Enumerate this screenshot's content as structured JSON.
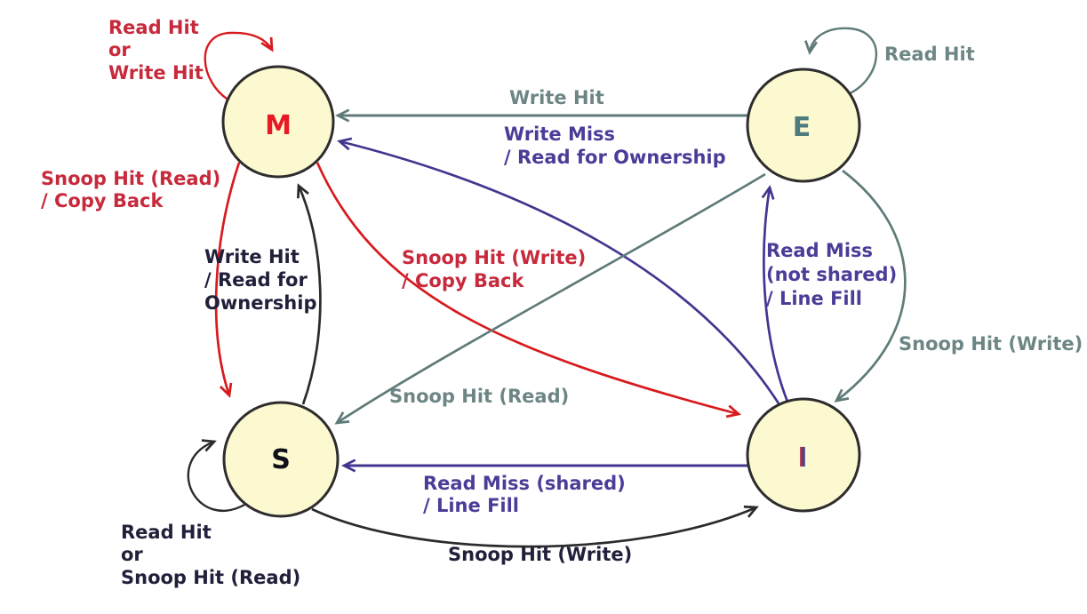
{
  "diagram": {
    "states": [
      {
        "id": "M",
        "label": "M"
      },
      {
        "id": "E",
        "label": "E"
      },
      {
        "id": "S",
        "label": "S"
      },
      {
        "id": "I",
        "label": "I"
      }
    ],
    "transitions": [
      {
        "from": "M",
        "to": "M",
        "label": "Read Hit or Write Hit",
        "lines": [
          "Read Hit",
          "or",
          "Write Hit"
        ],
        "color": "red"
      },
      {
        "from": "E",
        "to": "E",
        "label": "Read Hit",
        "lines": [
          "Read Hit"
        ],
        "color": "slate"
      },
      {
        "from": "E",
        "to": "M",
        "label": "Write Hit",
        "lines": [
          "Write Hit"
        ],
        "color": "slate"
      },
      {
        "from": "I",
        "to": "M",
        "label": "Write Miss / Read for Ownership",
        "lines": [
          "Write Miss",
          "/ Read for Ownership"
        ],
        "color": "purple"
      },
      {
        "from": "M",
        "to": "S",
        "label": "Snoop Hit (Read) / Copy Back",
        "lines": [
          "Snoop Hit (Read)",
          "/ Copy Back"
        ],
        "color": "red"
      },
      {
        "from": "S",
        "to": "M",
        "label": "Write Hit / Read for Ownership",
        "lines": [
          "Write Hit",
          "/ Read for",
          "Ownership"
        ],
        "color": "dark"
      },
      {
        "from": "M",
        "to": "I",
        "label": "Snoop Hit (Write) / Copy Back",
        "lines": [
          "Snoop Hit (Write)",
          "/ Copy Back"
        ],
        "color": "red"
      },
      {
        "from": "I",
        "to": "E",
        "label": "Read Miss (not shared) / Line Fill",
        "lines": [
          "Read Miss",
          "(not shared)",
          "/ Line Fill"
        ],
        "color": "purple"
      },
      {
        "from": "E",
        "to": "I",
        "label": "Snoop Hit (Write)",
        "lines": [
          "Snoop Hit (Write)"
        ],
        "color": "slate"
      },
      {
        "from": "E",
        "to": "S",
        "label": "Snoop Hit (Read)",
        "lines": [
          "Snoop Hit (Read)"
        ],
        "color": "slate"
      },
      {
        "from": "S",
        "to": "S",
        "label": "Read Hit or Snoop Hit (Read)",
        "lines": [
          "Read Hit",
          "or",
          "Snoop Hit (Read)"
        ],
        "color": "dark"
      },
      {
        "from": "I",
        "to": "S",
        "label": "Read Miss (shared) / Line Fill",
        "lines": [
          "Read Miss (shared)",
          "/ Line Fill"
        ],
        "color": "purple"
      },
      {
        "from": "S",
        "to": "I",
        "label": "Snoop Hit (Write)",
        "lines": [
          "Snoop Hit (Write)"
        ],
        "color": "dark"
      }
    ],
    "colors": {
      "background": "#ffffff",
      "node_fill": "#fcf9d0",
      "node_border": "#2d2d2d",
      "red_line": "#d81a1e",
      "red_text": "#c72a3c",
      "slate_line": "#5f7b79",
      "slate_text": "#6d8685",
      "purple_line": "#413790",
      "purple_text": "#4c3c98",
      "dark_line": "#2b2b2b",
      "dark_text": "#20203a",
      "m_letter": "#e71a26",
      "e_letter": "#4e7b7e",
      "s_letter": "#101018",
      "i_letter_red": "#b23246",
      "i_letter_blue": "#3c3f9e"
    }
  }
}
